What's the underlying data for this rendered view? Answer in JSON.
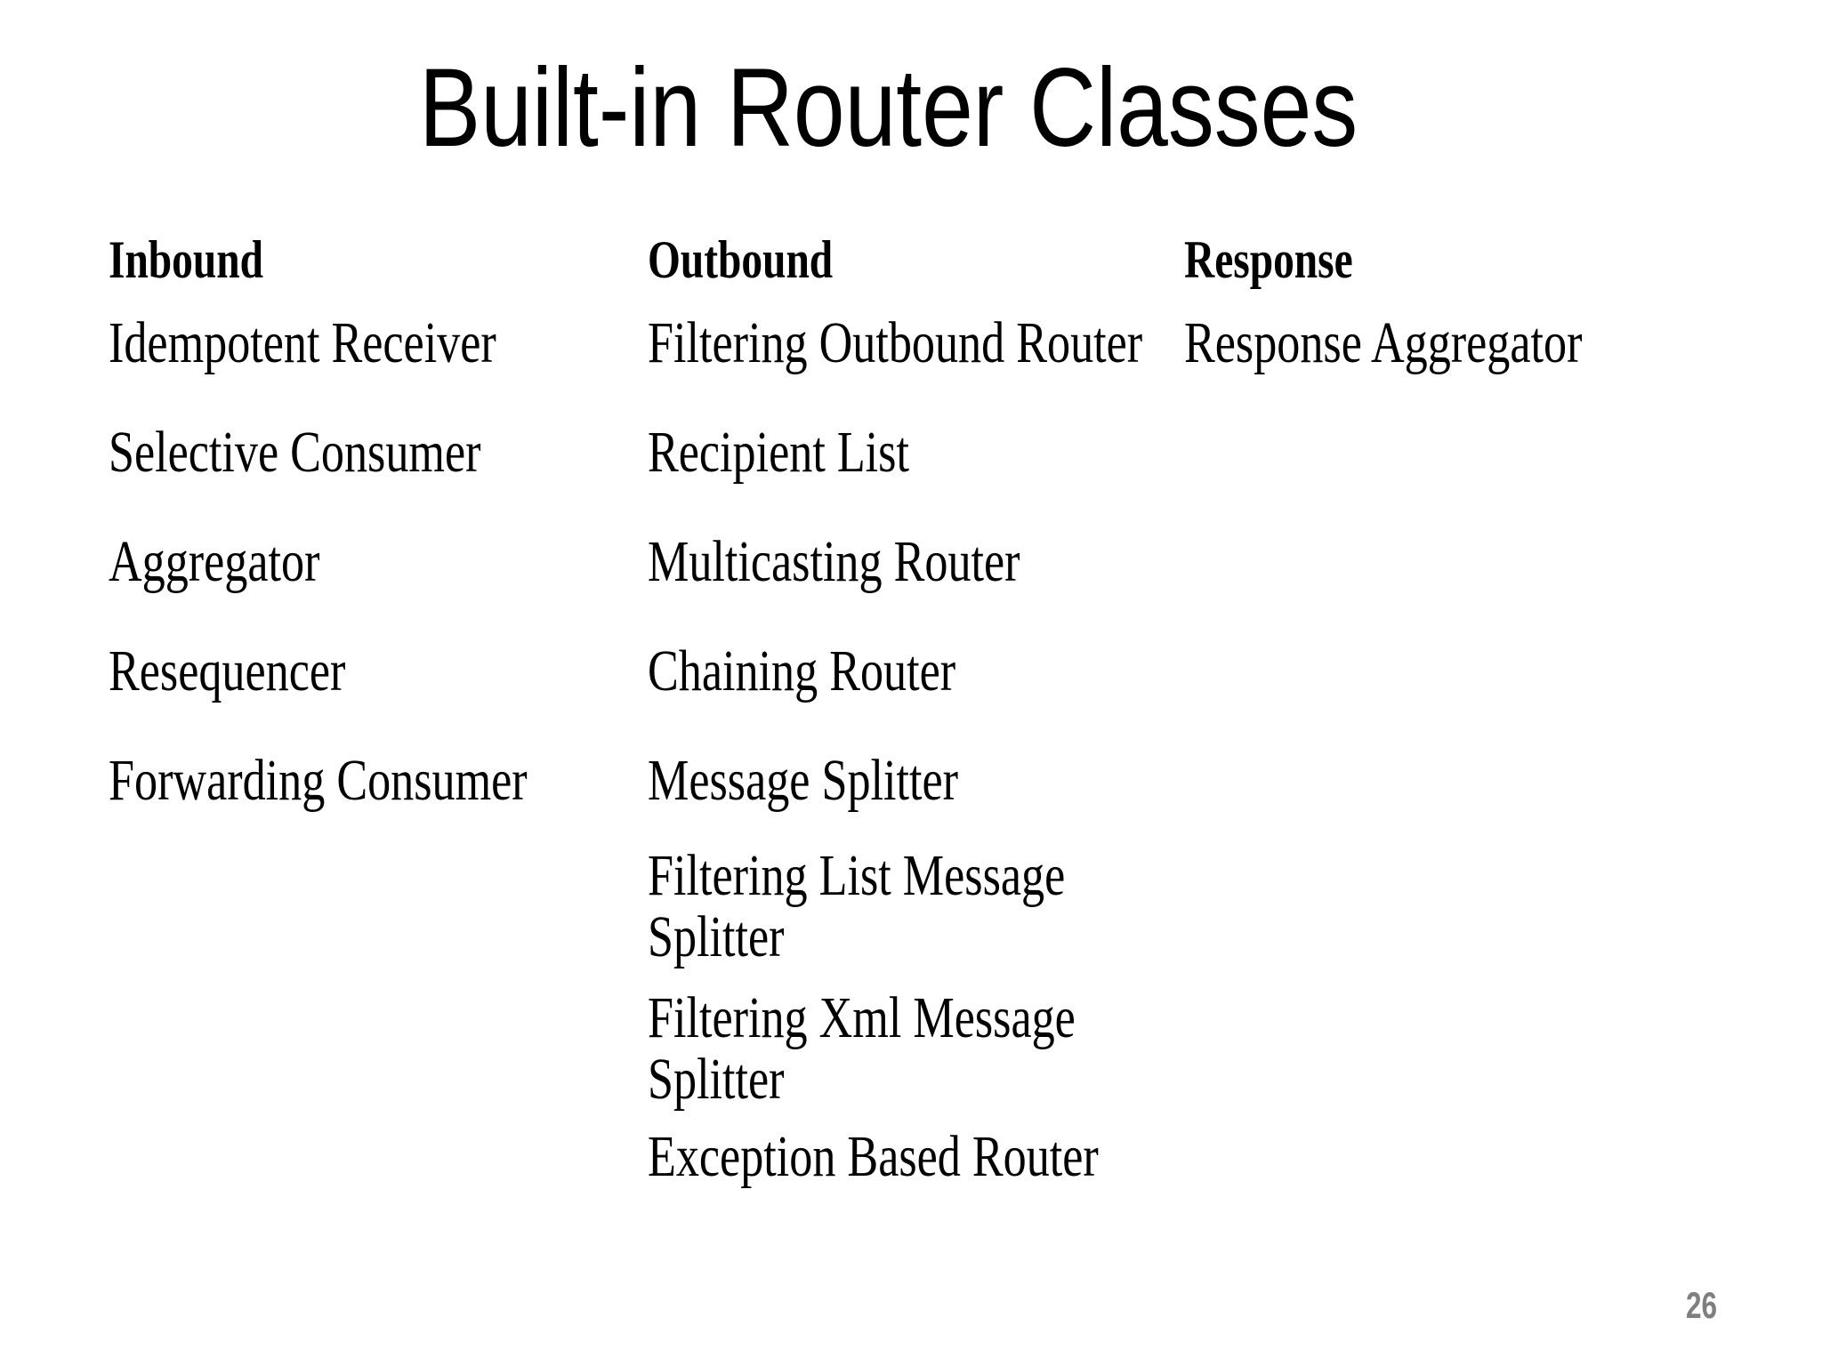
{
  "slide": {
    "title": "Built-in Router Classes",
    "page_number": "26",
    "columns": [
      {
        "header": "Inbound",
        "items": [
          "Idempotent Receiver",
          "Selective Consumer",
          "Aggregator",
          "Resequencer",
          "Forwarding Consumer"
        ]
      },
      {
        "header": "Outbound",
        "items": [
          "Filtering Outbound Router",
          "Recipient List",
          "Multicasting Router",
          "Chaining Router",
          "Message Splitter",
          "Filtering List Message Splitter",
          "Filtering Xml Message Splitter",
          "Exception Based Router"
        ]
      },
      {
        "header": "Response",
        "items": [
          "Response Aggregator"
        ]
      }
    ],
    "colors": {
      "text": "#000000",
      "page_number": "#7f7f7f",
      "background": "#ffffff"
    }
  }
}
